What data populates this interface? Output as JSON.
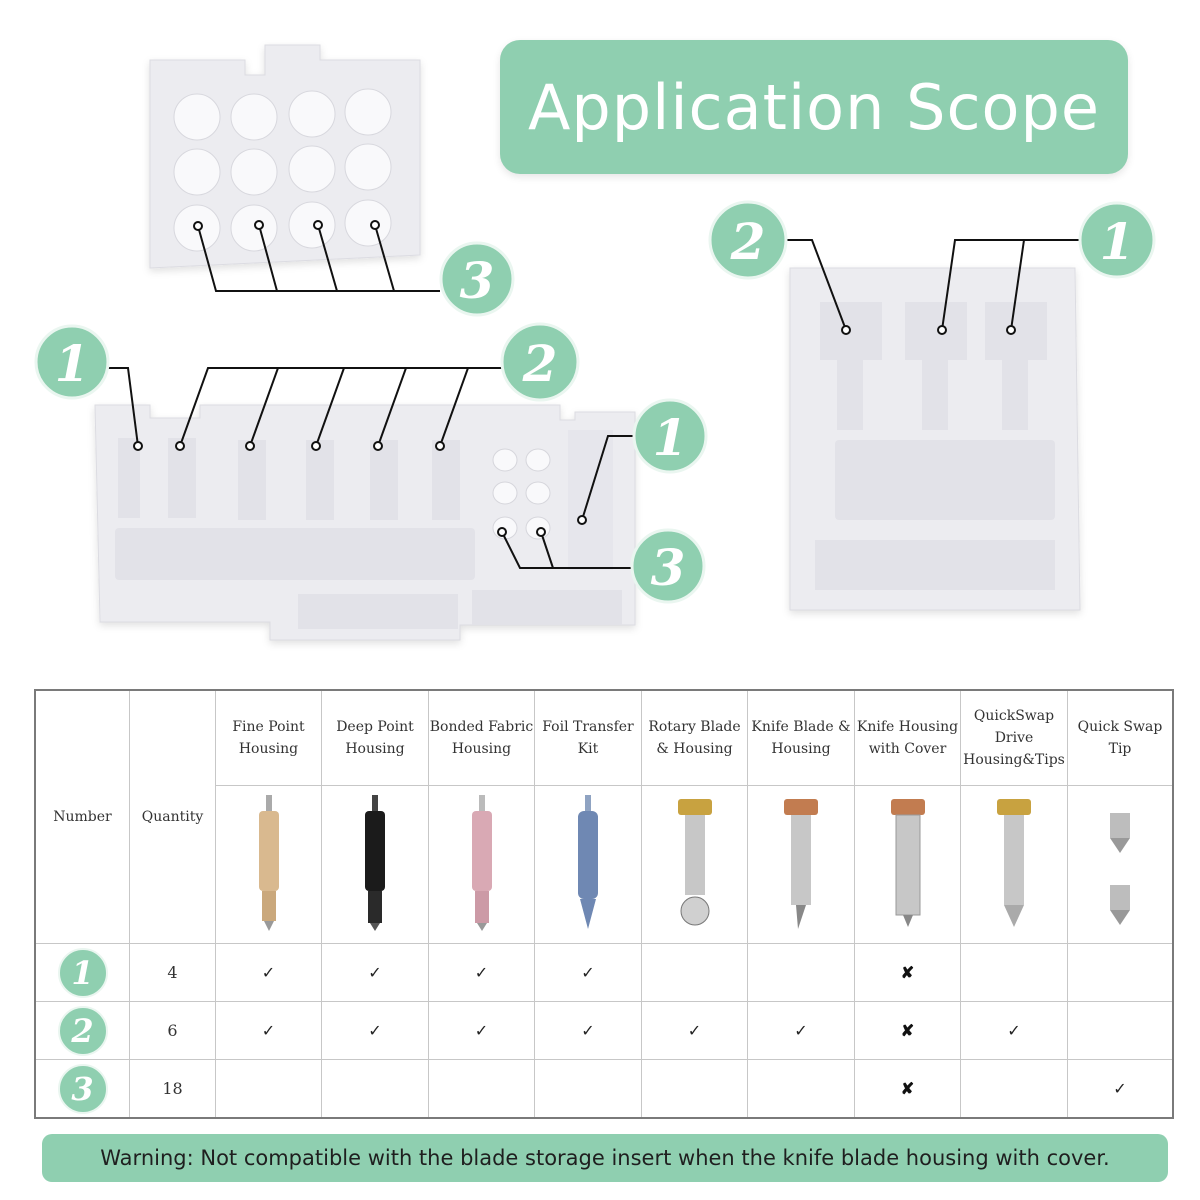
{
  "title": "Application Scope",
  "table": {
    "number_header": "Number",
    "quantity_header": "Quantity",
    "columns": [
      {
        "name": "Fine Point Housing",
        "icon": "fine-point-housing-icon"
      },
      {
        "name": "Deep Point Housing",
        "icon": "deep-point-housing-icon"
      },
      {
        "name": "Bonded Fabric Housing",
        "icon": "bonded-fabric-housing-icon"
      },
      {
        "name": "Foil Transfer Kit",
        "icon": "foil-transfer-kit-icon"
      },
      {
        "name": "Rotary Blade & Housing",
        "icon": "rotary-blade-housing-icon"
      },
      {
        "name": "Knife Blade & Housing",
        "icon": "knife-blade-housing-icon"
      },
      {
        "name": "Knife Housing with Cover",
        "icon": "knife-housing-cover-icon"
      },
      {
        "name": "QuickSwap Drive Housing&Tips",
        "icon": "quickswap-drive-housing-icon"
      },
      {
        "name": "Quick Swap Tip",
        "icon": "quick-swap-tip-icon"
      }
    ],
    "rows": [
      {
        "number": "1",
        "quantity": "4",
        "marks": [
          "✓",
          "✓",
          "✓",
          "✓",
          "",
          "",
          "✘",
          "",
          ""
        ]
      },
      {
        "number": "2",
        "quantity": "6",
        "marks": [
          "✓",
          "✓",
          "✓",
          "✓",
          "✓",
          "✓",
          "✘",
          "✓",
          ""
        ]
      },
      {
        "number": "3",
        "quantity": "18",
        "marks": [
          "",
          "",
          "",
          "",
          "",
          "",
          "✘",
          "",
          "✓"
        ]
      }
    ]
  },
  "callouts": [
    "1",
    "2",
    "3"
  ],
  "warning": "Warning: Not compatible with the blade storage insert when the knife blade housing with cover.",
  "colors": {
    "accent": "#8fcfb0",
    "tray": "#ececf0"
  }
}
